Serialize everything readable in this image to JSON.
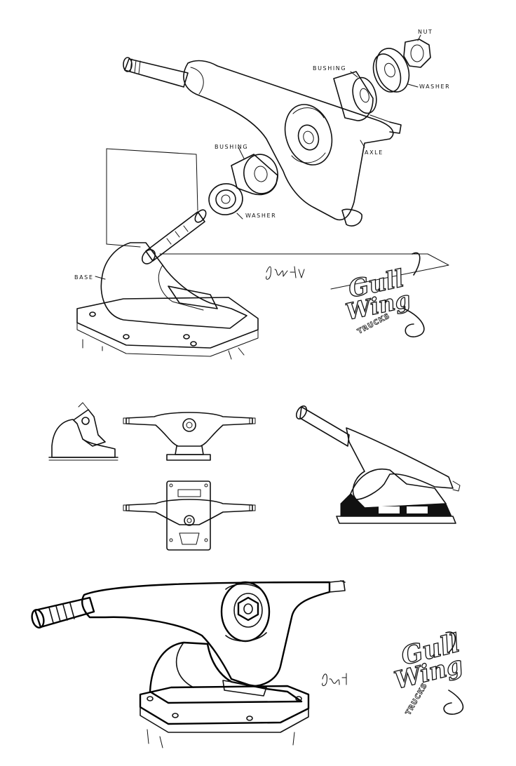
{
  "labels": {
    "nut": "NUT",
    "bushing_top": "BUSHING",
    "washer_top": "WASHER",
    "axle": "AXLE",
    "bushing_lower": "BUSHING",
    "washer_lower": "WASHER",
    "base": "BASE"
  },
  "logo": {
    "line1": "Gull",
    "line2": "Wing",
    "line3": "TRUCKS"
  }
}
